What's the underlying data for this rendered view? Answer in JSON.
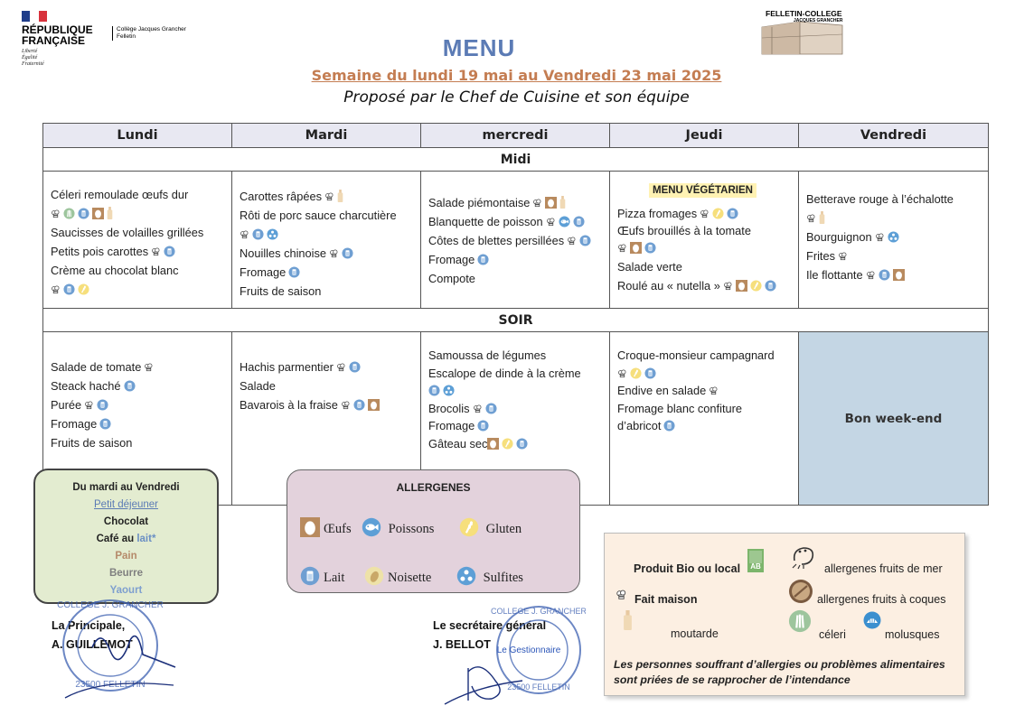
{
  "header": {
    "republic_line1": "RÉPUBLIQUE",
    "republic_line2": "FRANÇAISE",
    "motto1": "Liberté",
    "motto2": "Égalité",
    "motto3": "Fraternité",
    "college_line1": "Collège Jacques Grancher",
    "college_line2": "Felletin",
    "logo_name": "FELLETIN-COLLEGE",
    "logo_sub": "JACQUES GRANCHER",
    "title": "MENU",
    "week": "Semaine du lundi 19 mai au Vendredi 23 mai 2025",
    "subtitle": "Proposé par le Chef de Cuisine et son équipe"
  },
  "days": [
    "Lundi",
    "Mardi",
    "mercredi",
    "Jeudi",
    "Vendredi"
  ],
  "services": {
    "midi": "Midi",
    "soir": "SOIR"
  },
  "jeudi_badge": "MENU VÉGÉTARIEN",
  "weekend": "Bon week-end",
  "midi": {
    "lundi": [
      "Céleri remoulade œufs dur",
      "Saucisses de volailles grillées",
      "Petits pois carottes",
      "Crème au chocolat blanc"
    ],
    "mardi": [
      "Carottes râpées",
      "Rôti de porc sauce charcutière",
      "Nouilles chinoise",
      "Fromage",
      "Fruits de saison"
    ],
    "mercredi": [
      "Salade piémontaise",
      "Blanquette de poisson",
      "Côtes de blettes persillées",
      "Fromage",
      "Compote"
    ],
    "jeudi": [
      "Pizza fromages",
      "Œufs brouillés à la tomate",
      "Salade verte",
      "Roulé au « nutella »"
    ],
    "vendredi": [
      "Betterave rouge à l’échalotte",
      "Bourguignon",
      "Frites",
      "Ile flottante"
    ]
  },
  "soir": {
    "lundi": [
      "Salade de tomate",
      "Steack haché",
      "Purée",
      "Fromage",
      "Fruits de saison"
    ],
    "mardi": [
      "Hachis parmentier",
      "Salade",
      "Bavarois à la fraise"
    ],
    "mercredi": [
      "Samoussa de légumes",
      "Escalope de dinde à la crème",
      "Brocolis",
      "Fromage",
      "Gâteau sec"
    ],
    "jeudi": [
      "Croque-monsieur campagnard",
      "Endive en salade",
      "Fromage blanc confiture",
      "d’abricot"
    ]
  },
  "breakfast": {
    "title": "Du mardi au Vendredi",
    "subtitle": "Petit déjeuner",
    "chocolat": "Chocolat",
    "cafe": "Café au ",
    "lait": "lait*",
    "pain": "Pain",
    "beurre": "Beurre",
    "yaourt": "Yaourt"
  },
  "allergenes": {
    "title": "ALLERGENES",
    "oeufs": "Œufs",
    "poissons": "Poissons",
    "gluten": "Gluten",
    "lait": "Lait",
    "noisette": "Noisette",
    "sulfites": "Sulfites"
  },
  "legend": {
    "bio": "Produit Bio ou local",
    "bio_logo": "AB",
    "fruits_mer": "allergenes fruits de mer",
    "fait_maison": "Fait maison",
    "fruits_coques": "allergenes fruits à coques",
    "moutarde": "moutarde",
    "celeri": "céleri",
    "mollusques": "molusques",
    "warning": "Les personnes souffrant d’allergies ou problèmes alimentaires sont priées de se rapprocher de l’intendance"
  },
  "signatures": {
    "principale_role": "La Principale,",
    "principale_name": "A. GUILLEMOT",
    "secretaire_role": "Le secrétaire général",
    "secretaire_name": "J. BELLOT",
    "stamp_text": "COLLEGE J. GRANCHER",
    "stamp_city": "23500 FELLETIN",
    "gestionnaire": "Le Gestionnaire"
  },
  "colors": {
    "title_blue": "#5b7bb5",
    "week_orange": "#c47d52",
    "header_bg": "#e8e8f2",
    "weekend_bg": "#c4d6e4",
    "breakfast_bg": "#e3ecd0",
    "allergenes_bg": "#e3d2dc",
    "legend_bg": "#fcefe2"
  }
}
